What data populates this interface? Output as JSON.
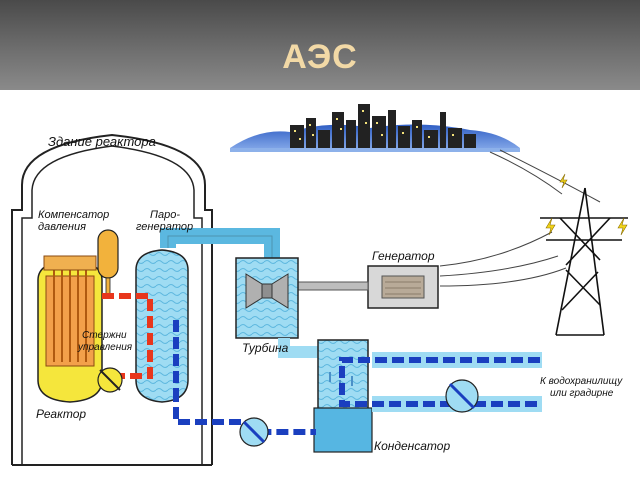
{
  "slide": {
    "title": "АЭС",
    "title_color": "#f2d9a6",
    "header_color": "#5a5a5a"
  },
  "diagram": {
    "labels": {
      "reactor_building": "Здание реактора",
      "pressurizer_line1": "Компенсатор",
      "pressurizer_line2": "давления",
      "steam_gen_line1": "Паро-",
      "steam_gen_line2": "генератор",
      "control_rods_line1": "Стержни",
      "control_rods_line2": "управления",
      "reactor": "Реактор",
      "turbine": "Турбина",
      "generator": "Генератор",
      "condenser": "Конденсатор",
      "reservoir_line1": "К водохранилищу",
      "reservoir_line2": "или градирне"
    },
    "colors": {
      "primary_loop": "#e8361c",
      "secondary_loop": "#1a3fbf",
      "water": "#8fd3ee",
      "steam_pipe": "#5bb8e0",
      "reactor_core": "#f3a04a",
      "reactor_vessel": "#f5e63c",
      "pressurizer": "#f2b23c",
      "city_sky": "#3a64c8",
      "city": "#222222"
    }
  }
}
